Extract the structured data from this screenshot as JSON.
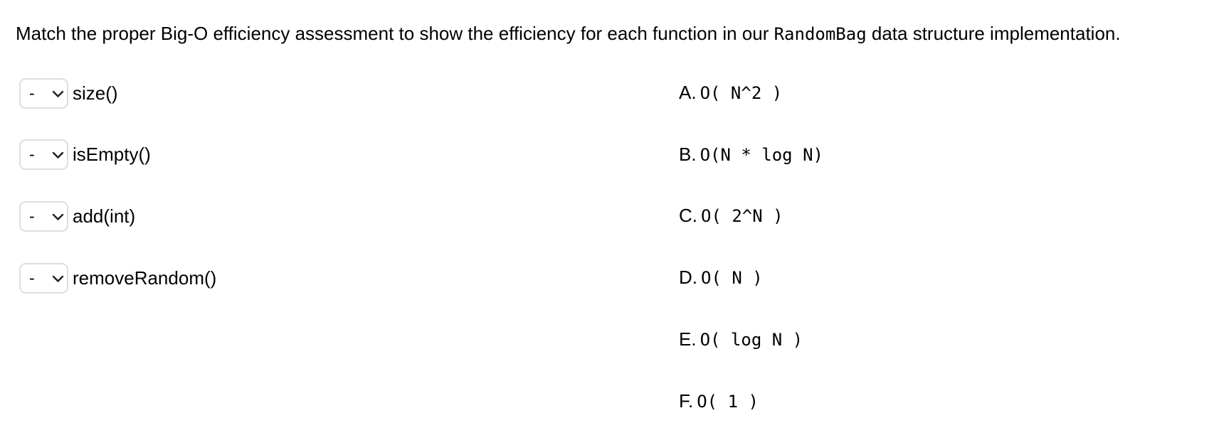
{
  "question": {
    "text_before_code": "Match the proper Big-O efficiency assessment to show the efficiency for each function in our ",
    "code": "RandomBag",
    "text_after_code": " data structure implementation."
  },
  "matches": [
    {
      "selected_value": "-",
      "label": "size()"
    },
    {
      "selected_value": "-",
      "label": "isEmpty()"
    },
    {
      "selected_value": "-",
      "label": "add(int)"
    },
    {
      "selected_value": "-",
      "label": "removeRandom()"
    }
  ],
  "options": [
    {
      "letter": "A.",
      "text": "O( N^2 )"
    },
    {
      "letter": "B.",
      "text": "O(N * log N)"
    },
    {
      "letter": "C.",
      "text": "O( 2^N )"
    },
    {
      "letter": "D.",
      "text": "O( N )"
    },
    {
      "letter": "E.",
      "text": "O( log N )"
    },
    {
      "letter": "F.",
      "text": "O( 1 )"
    }
  ],
  "colors": {
    "background": "#ffffff",
    "text": "#000000",
    "select_border": "#dedede",
    "chevron": "#1f1f1f"
  }
}
